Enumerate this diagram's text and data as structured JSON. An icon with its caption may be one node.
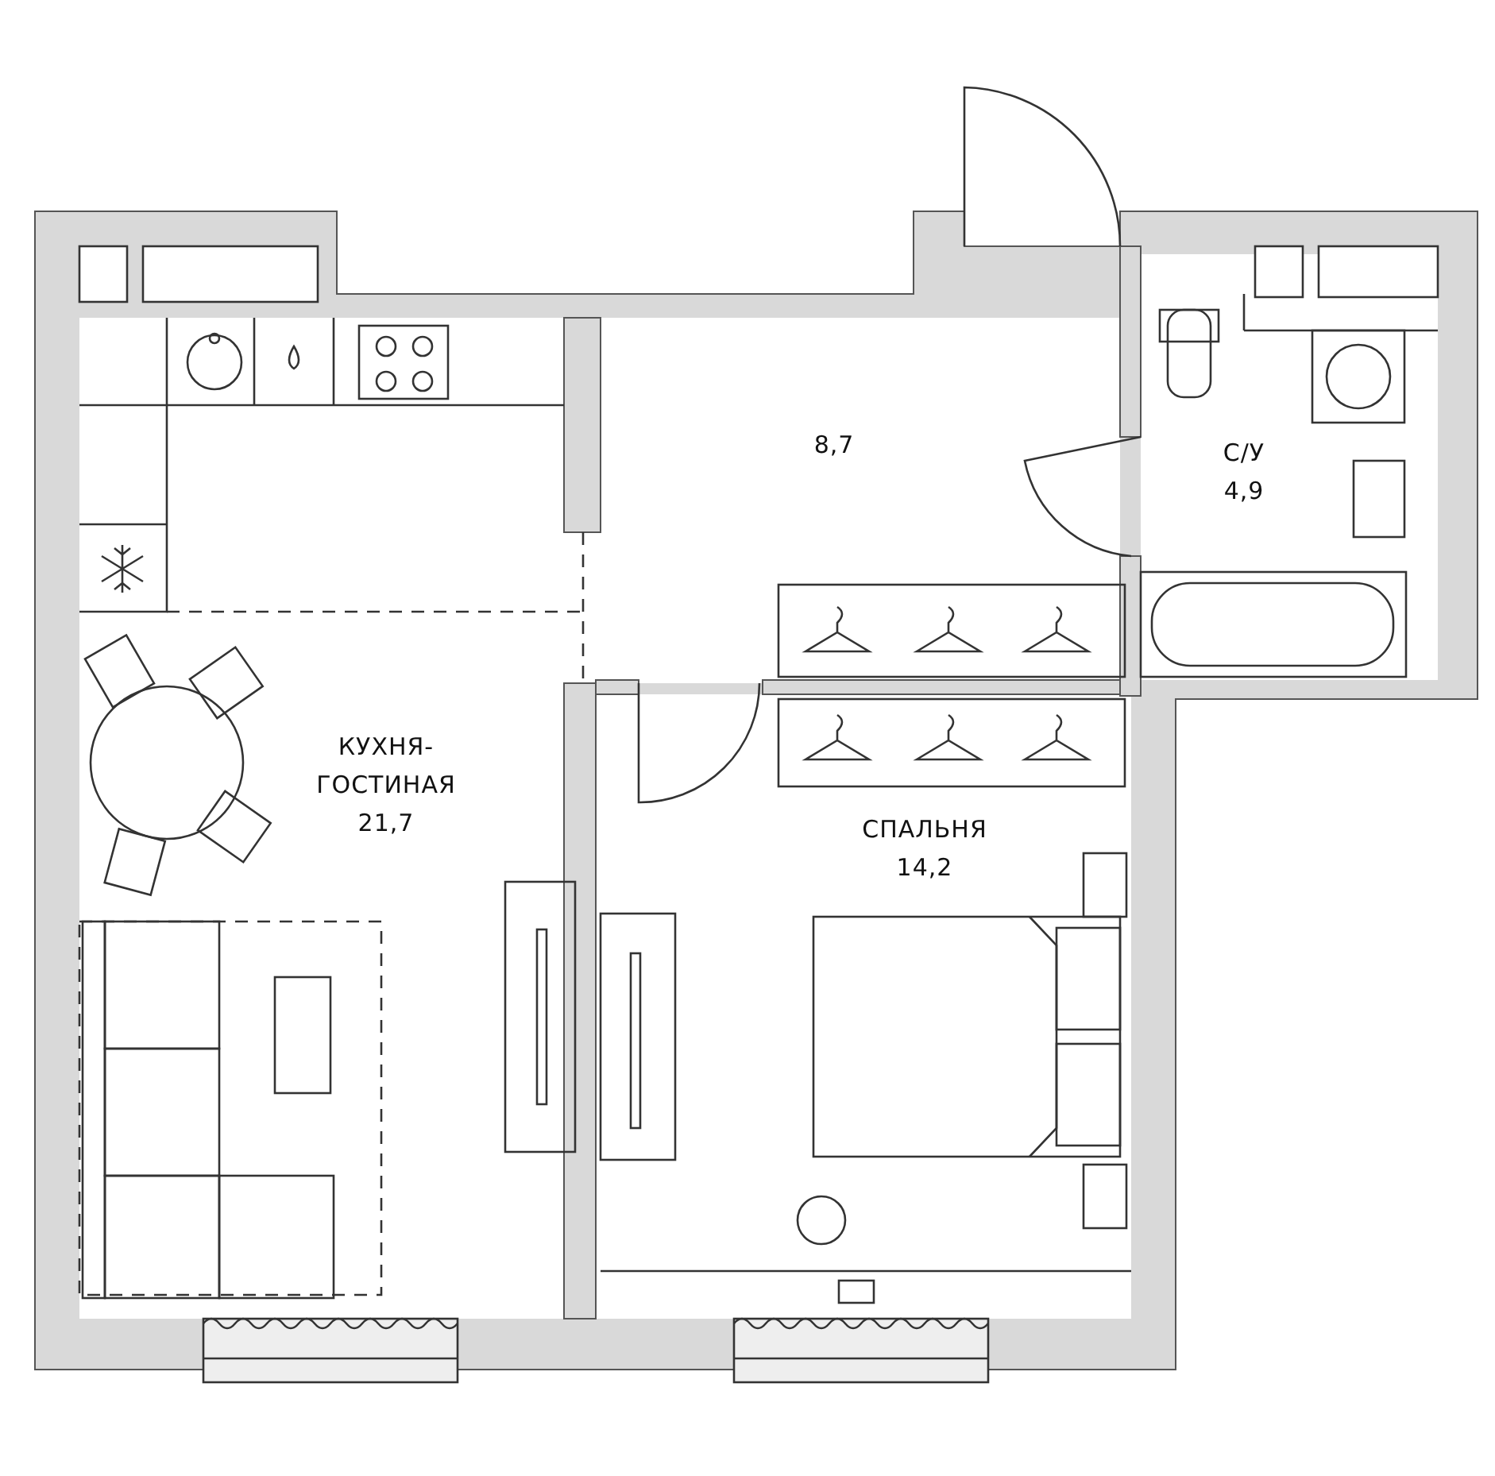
{
  "diagram": {
    "nodes": [
      {
        "text": [
          "КУХНЯ-ГОСТИНАЯ",
          "21,7"
        ]
      },
      {
        "text": [
          "8,7"
        ]
      },
      {
        "text": [
          "С/У",
          "4,9"
        ]
      },
      {
        "text": [
          "СПАЛЬНЯ",
          "14,2"
        ]
      }
    ],
    "edges": []
  }
}
